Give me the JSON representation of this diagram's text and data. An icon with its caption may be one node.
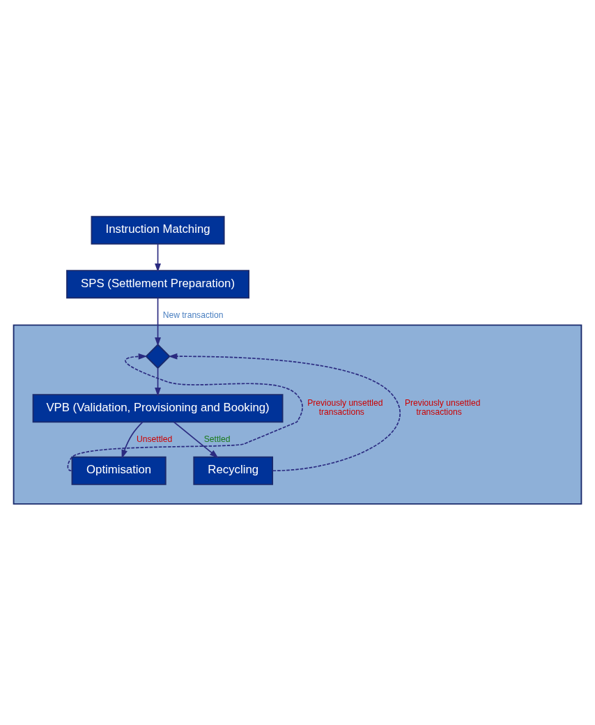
{
  "diagram": {
    "nodes": [
      {
        "text": [
          "Instruction Matching"
        ]
      },
      {
        "text": [
          "SPS (Settlement Preparation)"
        ]
      },
      {
        "text": [],
        "shape": "box"
      },
      {
        "text": [],
        "shape": "diamond",
        "in": 2
      },
      {
        "text": [
          "VPB (Validation, Provisioning and Booking)"
        ],
        "in": 2
      },
      {
        "text": [
          "Optimisation"
        ],
        "in": 2
      },
      {
        "text": [
          "Recycling"
        ],
        "in": 2
      }
    ],
    "edges": [
      {
        "from": 0,
        "to": 1,
        "arrow": "to"
      },
      {
        "from": 1,
        "to": 3,
        "arrow": "to",
        "label": "New transaction"
      },
      {
        "from": 3,
        "to": 4,
        "arrow": "to"
      },
      {
        "from": 4,
        "to": 5,
        "arrow": "to",
        "label": "Unsettled"
      },
      {
        "from": 4,
        "to": 6,
        "arrow": "to",
        "label": "Settled"
      },
      {
        "from": 5,
        "to": 3,
        "arrow": "to",
        "label": "Previously unsettled transactions",
        "style": "dashed"
      },
      {
        "from": 6,
        "to": 3,
        "arrow": "to",
        "label": "Previously unsettled transactions",
        "style": "dashed"
      }
    ]
  }
}
